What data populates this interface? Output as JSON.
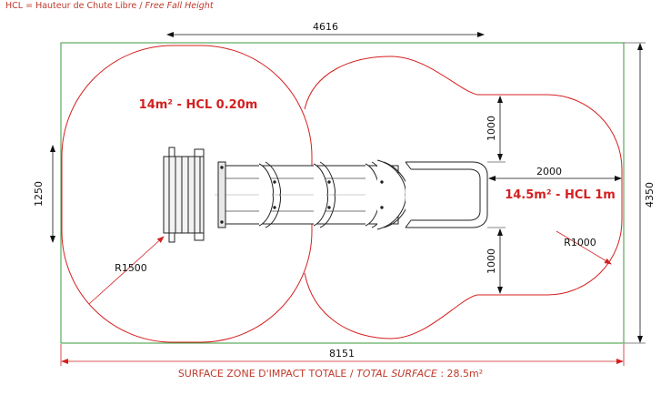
{
  "header": {
    "legend_fr": "HCL = Hauteur de Chute Libre / ",
    "legend_en": "Free Fall Height"
  },
  "dimensions": {
    "overall_length": "4616",
    "total_length": "8151",
    "total_width": "4350",
    "slide_width": "1250",
    "offset_top": "1000",
    "offset_bottom": "1000",
    "zone_extension": "2000",
    "radius_large": "R1500",
    "radius_small": "R1000"
  },
  "zones": {
    "left_label": "14m² - HCL 0.20m",
    "right_label": "14.5m² - HCL 1m"
  },
  "footer": {
    "label_fr": "SURFACE ZONE D'IMPACT TOTALE / ",
    "label_en": "TOTAL SURFACE",
    "value": " : 28.5m²"
  },
  "colors": {
    "zone_line": "#d42020",
    "boundary": "#3a9a3a",
    "dimension_red": "#c0392b",
    "dimension_black": "#111111",
    "equipment": "#222222"
  }
}
